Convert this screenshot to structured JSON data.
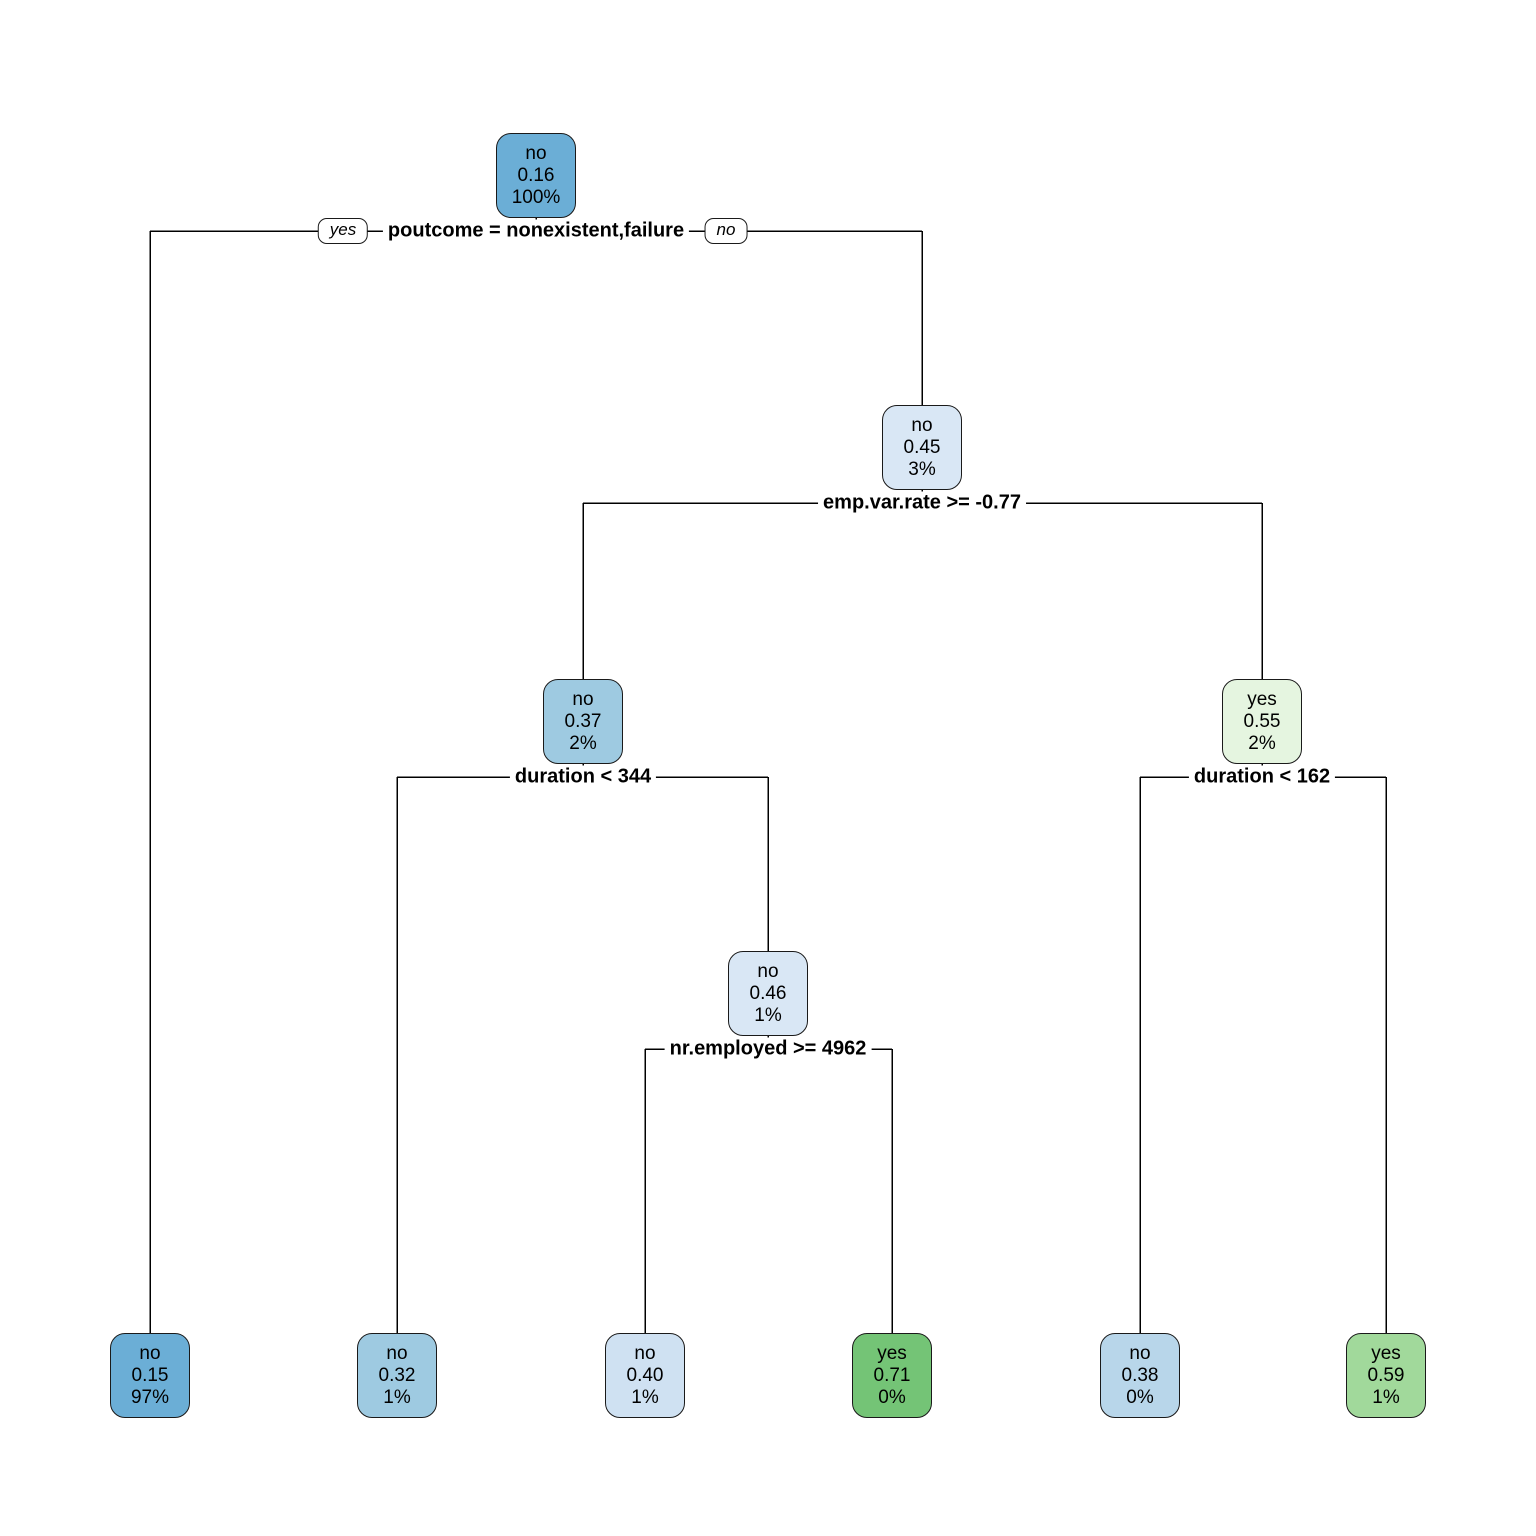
{
  "figure": {
    "background_color": "#ffffff",
    "edge_color": "#000000"
  },
  "nodes": [
    {
      "class": "no",
      "prob": "0.16",
      "pct": "100%",
      "color": "#6baed6"
    },
    {
      "class": "no",
      "prob": "0.45",
      "pct": "3%",
      "color": "#d9e7f5"
    },
    {
      "class": "no",
      "prob": "0.37",
      "pct": "2%",
      "color": "#9ecae1"
    },
    {
      "class": "yes",
      "prob": "0.55",
      "pct": "2%",
      "color": "#e5f5e0"
    },
    {
      "class": "no",
      "prob": "0.46",
      "pct": "1%",
      "color": "#d9e7f5"
    },
    {
      "class": "no",
      "prob": "0.15",
      "pct": "97%",
      "color": "#6baed6"
    },
    {
      "class": "no",
      "prob": "0.32",
      "pct": "1%",
      "color": "#9ecae1"
    },
    {
      "class": "no",
      "prob": "0.40",
      "pct": "1%",
      "color": "#cfe1f2"
    },
    {
      "class": "yes",
      "prob": "0.71",
      "pct": "0%",
      "color": "#74c476"
    },
    {
      "class": "no",
      "prob": "0.38",
      "pct": "0%",
      "color": "#b8d6ea"
    },
    {
      "class": "yes",
      "prob": "0.59",
      "pct": "1%",
      "color": "#a1d99b"
    }
  ],
  "splits": [
    {
      "condition": "poutcome = nonexistent,failure",
      "yes_label": "yes",
      "no_label": "no"
    },
    {
      "condition": "emp.var.rate >= -0.77"
    },
    {
      "condition": "duration < 344"
    },
    {
      "condition": "duration < 162"
    },
    {
      "condition": "nr.employed >= 4962"
    }
  ]
}
